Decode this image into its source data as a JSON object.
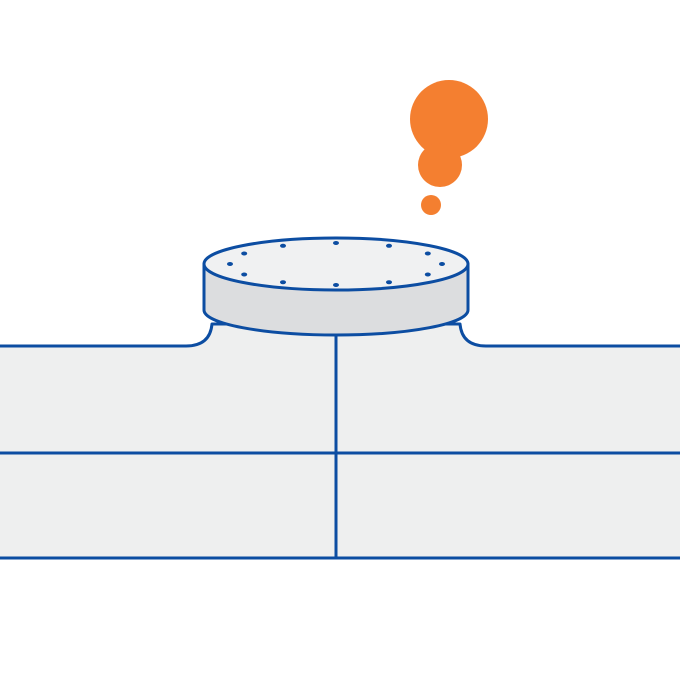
{
  "illustration": {
    "subject": "pipe-flange-with-thought-bubble",
    "colors": {
      "background": "#ffffff",
      "outline": "#0c4da2",
      "pipe_fill": "#eeefef",
      "flange_top": "#f0f1f2",
      "flange_side": "#dcdddf",
      "bubble": "#f47f30"
    },
    "flange": {
      "bolt_hole_count": 12
    },
    "thought_bubble": {
      "circle_count": 3
    }
  }
}
